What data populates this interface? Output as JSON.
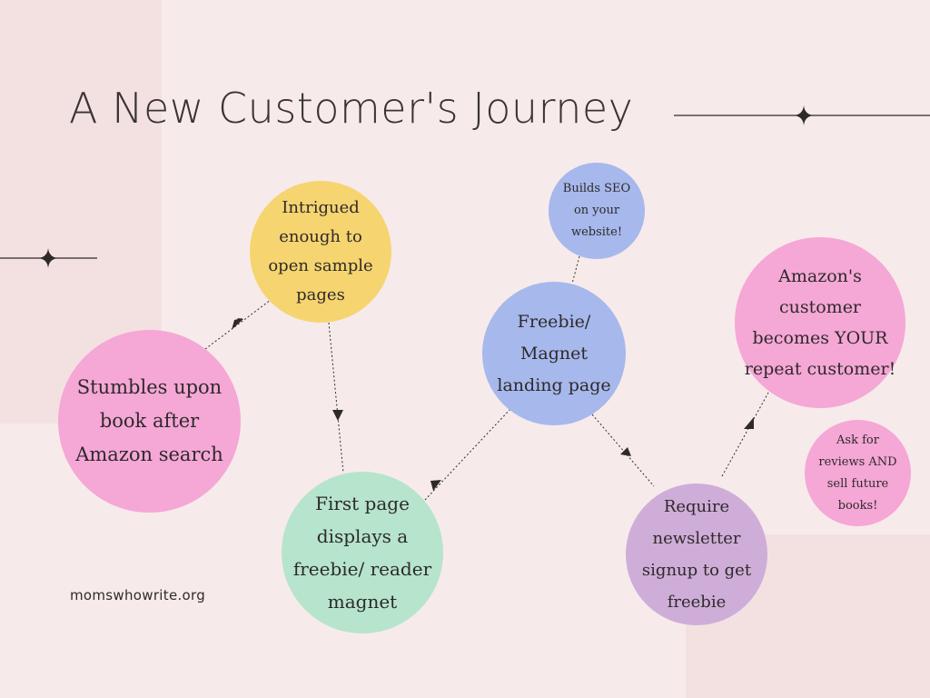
{
  "title": "A New Customer's Journey",
  "website": "momswhowrite.org",
  "colors": {
    "background": "#f7eaea",
    "pink": "#f5a7d6",
    "yellow": "#f6d470",
    "blue": "#a6b8ec",
    "green": "#b6e4cd",
    "purple": "#cfadd9",
    "line": "#2e2a2a"
  },
  "nodes": {
    "stumbles": "Stumbles upon book after Amazon search",
    "intrigued": "Intrigued enough to open sample pages",
    "first_page": "First page displays a freebie/ reader magnet",
    "freebie": "Freebie/ Magnet landing page",
    "seo": "Builds SEO on your website!",
    "newsletter": "Require newsletter signup to get freebie",
    "amazon_customer": "Amazon's customer becomes YOUR repeat customer!",
    "reviews": "Ask for reviews AND sell future books!"
  }
}
